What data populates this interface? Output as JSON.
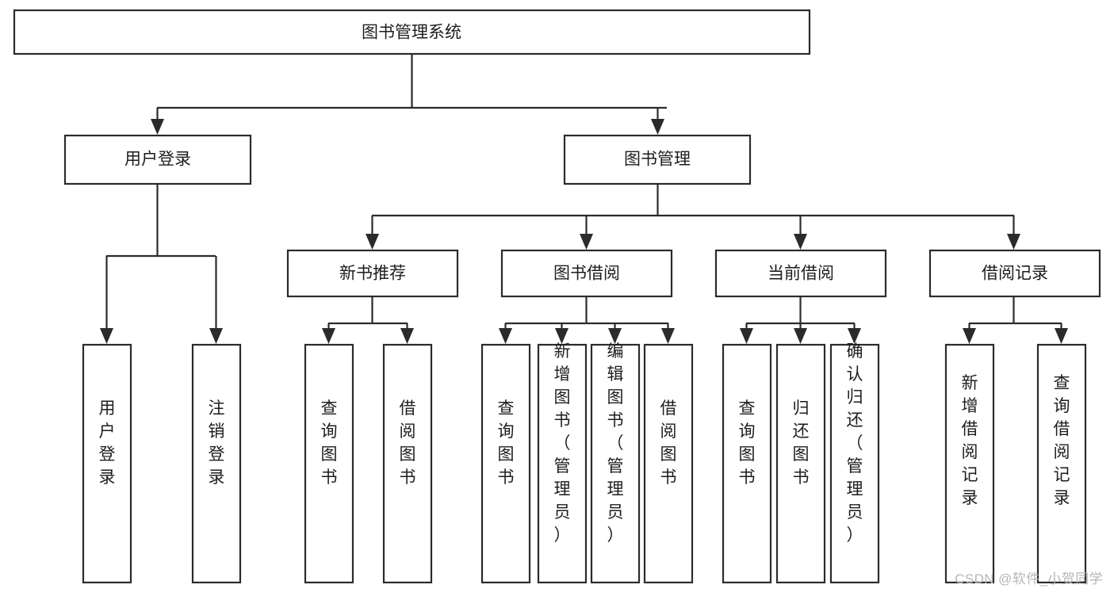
{
  "diagram": {
    "type": "tree",
    "title": "图书管理系统",
    "watermark": "CSDN @软件_小贺同学",
    "colors": {
      "box_stroke": "#2b2b2b",
      "box_fill": "#ffffff",
      "text": "#1d1d1d",
      "background": "#ffffff",
      "watermark": "#b6b6b6"
    },
    "levels": {
      "root": {
        "label": "图书管理系统"
      },
      "level2": [
        {
          "label": "用户登录"
        },
        {
          "label": "图书管理"
        }
      ],
      "level3": [
        {
          "label": "新书推荐"
        },
        {
          "label": "图书借阅"
        },
        {
          "label": "当前借阅"
        },
        {
          "label": "借阅记录"
        }
      ],
      "leaves": {
        "user_login": [
          {
            "label": "用户登录"
          },
          {
            "label": "注销登录"
          }
        ],
        "new_book_recommend": [
          {
            "label": "查询图书"
          },
          {
            "label": "借阅图书"
          }
        ],
        "book_borrow": [
          {
            "label": "查询图书"
          },
          {
            "label": "新增图书（管理员）"
          },
          {
            "label": "编辑图书（管理员）"
          },
          {
            "label": "借阅图书"
          }
        ],
        "current_borrow": [
          {
            "label": "查询图书"
          },
          {
            "label": "归还图书"
          },
          {
            "label": "确认归还（管理员）"
          }
        ],
        "borrow_record": [
          {
            "label": "新增借阅记录"
          },
          {
            "label": "查询借阅记录"
          }
        ]
      }
    }
  }
}
